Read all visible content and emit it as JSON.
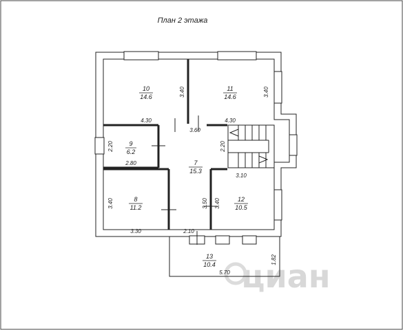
{
  "title": "План 2 этажа",
  "rooms": [
    {
      "number": "10",
      "area": "14.6"
    },
    {
      "number": "11",
      "area": "14.6"
    },
    {
      "number": "9",
      "area": "6.2"
    },
    {
      "number": "7",
      "area": "15.3"
    },
    {
      "number": "8",
      "area": "11.2"
    },
    {
      "number": "12",
      "area": "10.5"
    },
    {
      "number": "13",
      "area": "10.4"
    }
  ],
  "dimensions": {
    "r10_height": "3.40",
    "r11_height": "3.40",
    "r10_width": "4.30",
    "r11_width": "4.30",
    "hall_width": "3.60",
    "r9_height": "2.20",
    "r9_width": "2.80",
    "stair_height": "2.20",
    "r12_width": "3.10",
    "r8_height": "3.40",
    "r8_width": "3.30",
    "hall_bottom": "2.10",
    "hall_right": "3.50",
    "r12_height": "3.40",
    "balcony_width": "5.70",
    "balcony_depth": "1.82"
  },
  "watermark": "циан"
}
